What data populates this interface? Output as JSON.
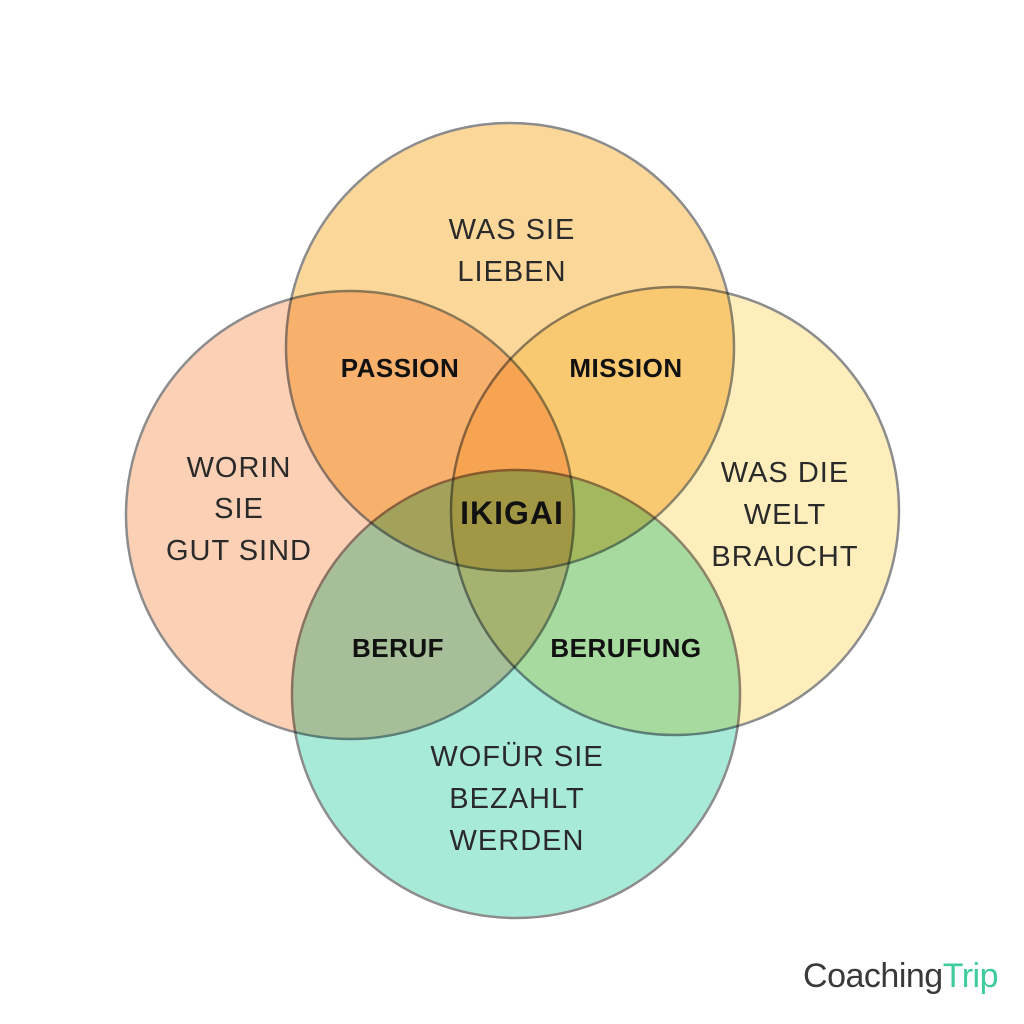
{
  "circles": [
    {
      "name": "circle-worin-sie-gut-sind",
      "color": "#fcd0b4",
      "label_lines": [
        "WORIN",
        "SIE",
        "GUT SIND"
      ]
    },
    {
      "name": "circle-wofuer-sie-bezahlt-werden",
      "color": "#a8ead8",
      "label_lines": [
        "WOFÜR SIE",
        "BEZAHLT",
        "WERDEN"
      ]
    },
    {
      "name": "circle-was-die-welt-braucht",
      "color": "#fdeebc",
      "label_lines": [
        "WAS DIE",
        "WELT",
        "BRAUCHT"
      ]
    },
    {
      "name": "circle-was-sie-lieben",
      "color": "#fbd89a",
      "label_lines": [
        "WAS SIE",
        "LIEBEN"
      ]
    }
  ],
  "overlaps": {
    "passion": "PASSION",
    "mission": "MISSION",
    "beruf": "BERUF",
    "berufung": "BERUFUNG",
    "center": "IKIGAI"
  },
  "logo": {
    "part1": "Coaching",
    "part2": "Trip",
    "part1_color": "#3a3a3a",
    "part2_color": "#3ecb9e"
  }
}
